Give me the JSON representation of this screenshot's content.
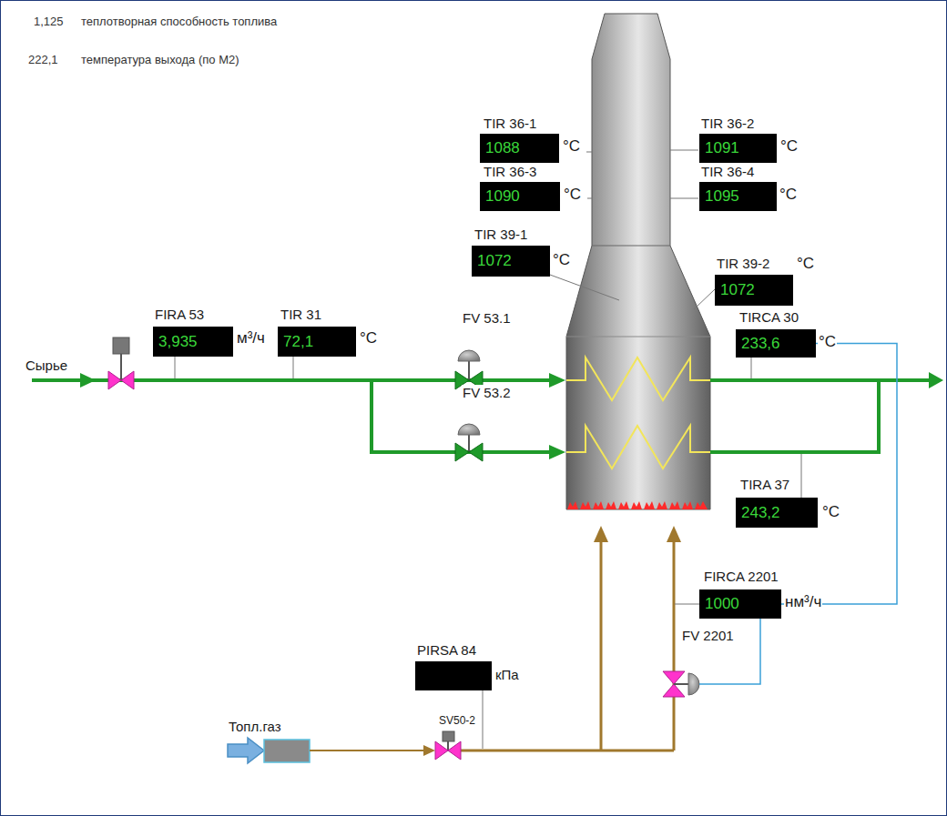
{
  "diagram": {
    "nodes": [
      {
        "text": [
          "TIR 36-1",
          "1088"
        ]
      },
      {
        "text": [
          "TIR 36-2",
          "1091"
        ]
      },
      {
        "text": [
          "TIR 36-3",
          "1090"
        ]
      },
      {
        "text": [
          "TIR 36-4",
          "1095"
        ]
      },
      {
        "text": [
          "TIR 39-1",
          "1072"
        ]
      },
      {
        "text": [
          "TIR 39-2",
          "1072"
        ]
      },
      {
        "text": [
          "FIRA 53",
          "3,935"
        ]
      },
      {
        "text": [
          "TIR 31",
          "72,1"
        ]
      },
      {
        "text": [
          "TIRCA 30",
          "233,6"
        ]
      },
      {
        "text": [
          "TIRA 37",
          "243,2"
        ]
      },
      {
        "text": [
          "FIRCA 2201",
          "1000"
        ]
      },
      {
        "text": [
          "PIRSA 84"
        ]
      }
    ],
    "edges": [
      {
        "from": 8,
        "to": 10,
        "arrow": "none"
      }
    ],
    "labels": [
      "1,125",
      "теплотворная способность топлива",
      "222,1",
      "температура выхода (по М2)",
      "°C",
      "°C",
      "°C",
      "°C",
      "°C",
      "°C",
      "FV 53.1",
      "м³/ч",
      "°C",
      "°C",
      "Сырье",
      "FV 53.2",
      "°C",
      "нм³/ч",
      "FV 2201",
      "кПа",
      "SV50-2",
      "Топл.газ"
    ]
  }
}
